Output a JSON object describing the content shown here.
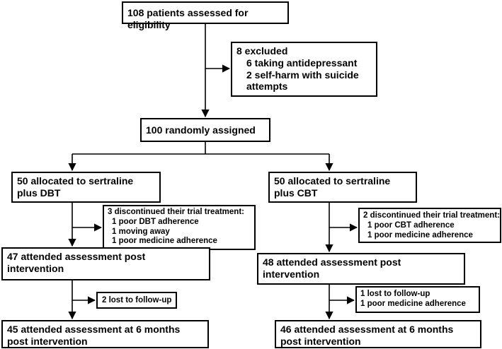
{
  "diagram": {
    "eligibility": "108 patients assessed for eligibility",
    "excluded": {
      "title": "8 excluded",
      "items": [
        "6 taking antidepressant",
        "2 self-harm with suicide attempts"
      ]
    },
    "randomized": "100 randomly assigned",
    "dbt": {
      "allocated": "50 allocated to sertraline plus DBT",
      "discontinued": {
        "title": "3 discontinued their trial treatment:",
        "items": [
          "1 poor DBT adherence",
          "1 moving away",
          "1 poor medicine adherence"
        ]
      },
      "post": "47 attended assessment post intervention",
      "lost": "2 lost to follow-up",
      "six_months": "45 attended assessment at 6 months post intervention"
    },
    "cbt": {
      "allocated": "50 allocated to sertraline plus CBT",
      "discontinued": {
        "title": "2 discontinued their trial treatment:",
        "items": [
          "1 poor CBT adherence",
          "1 poor medicine adherence"
        ]
      },
      "post": "48 attended assessment post intervention",
      "lost": [
        "1 lost to follow-up",
        "1 poor medicine adherence"
      ],
      "six_months": "46 attended assessment at 6 months post intervention"
    }
  }
}
